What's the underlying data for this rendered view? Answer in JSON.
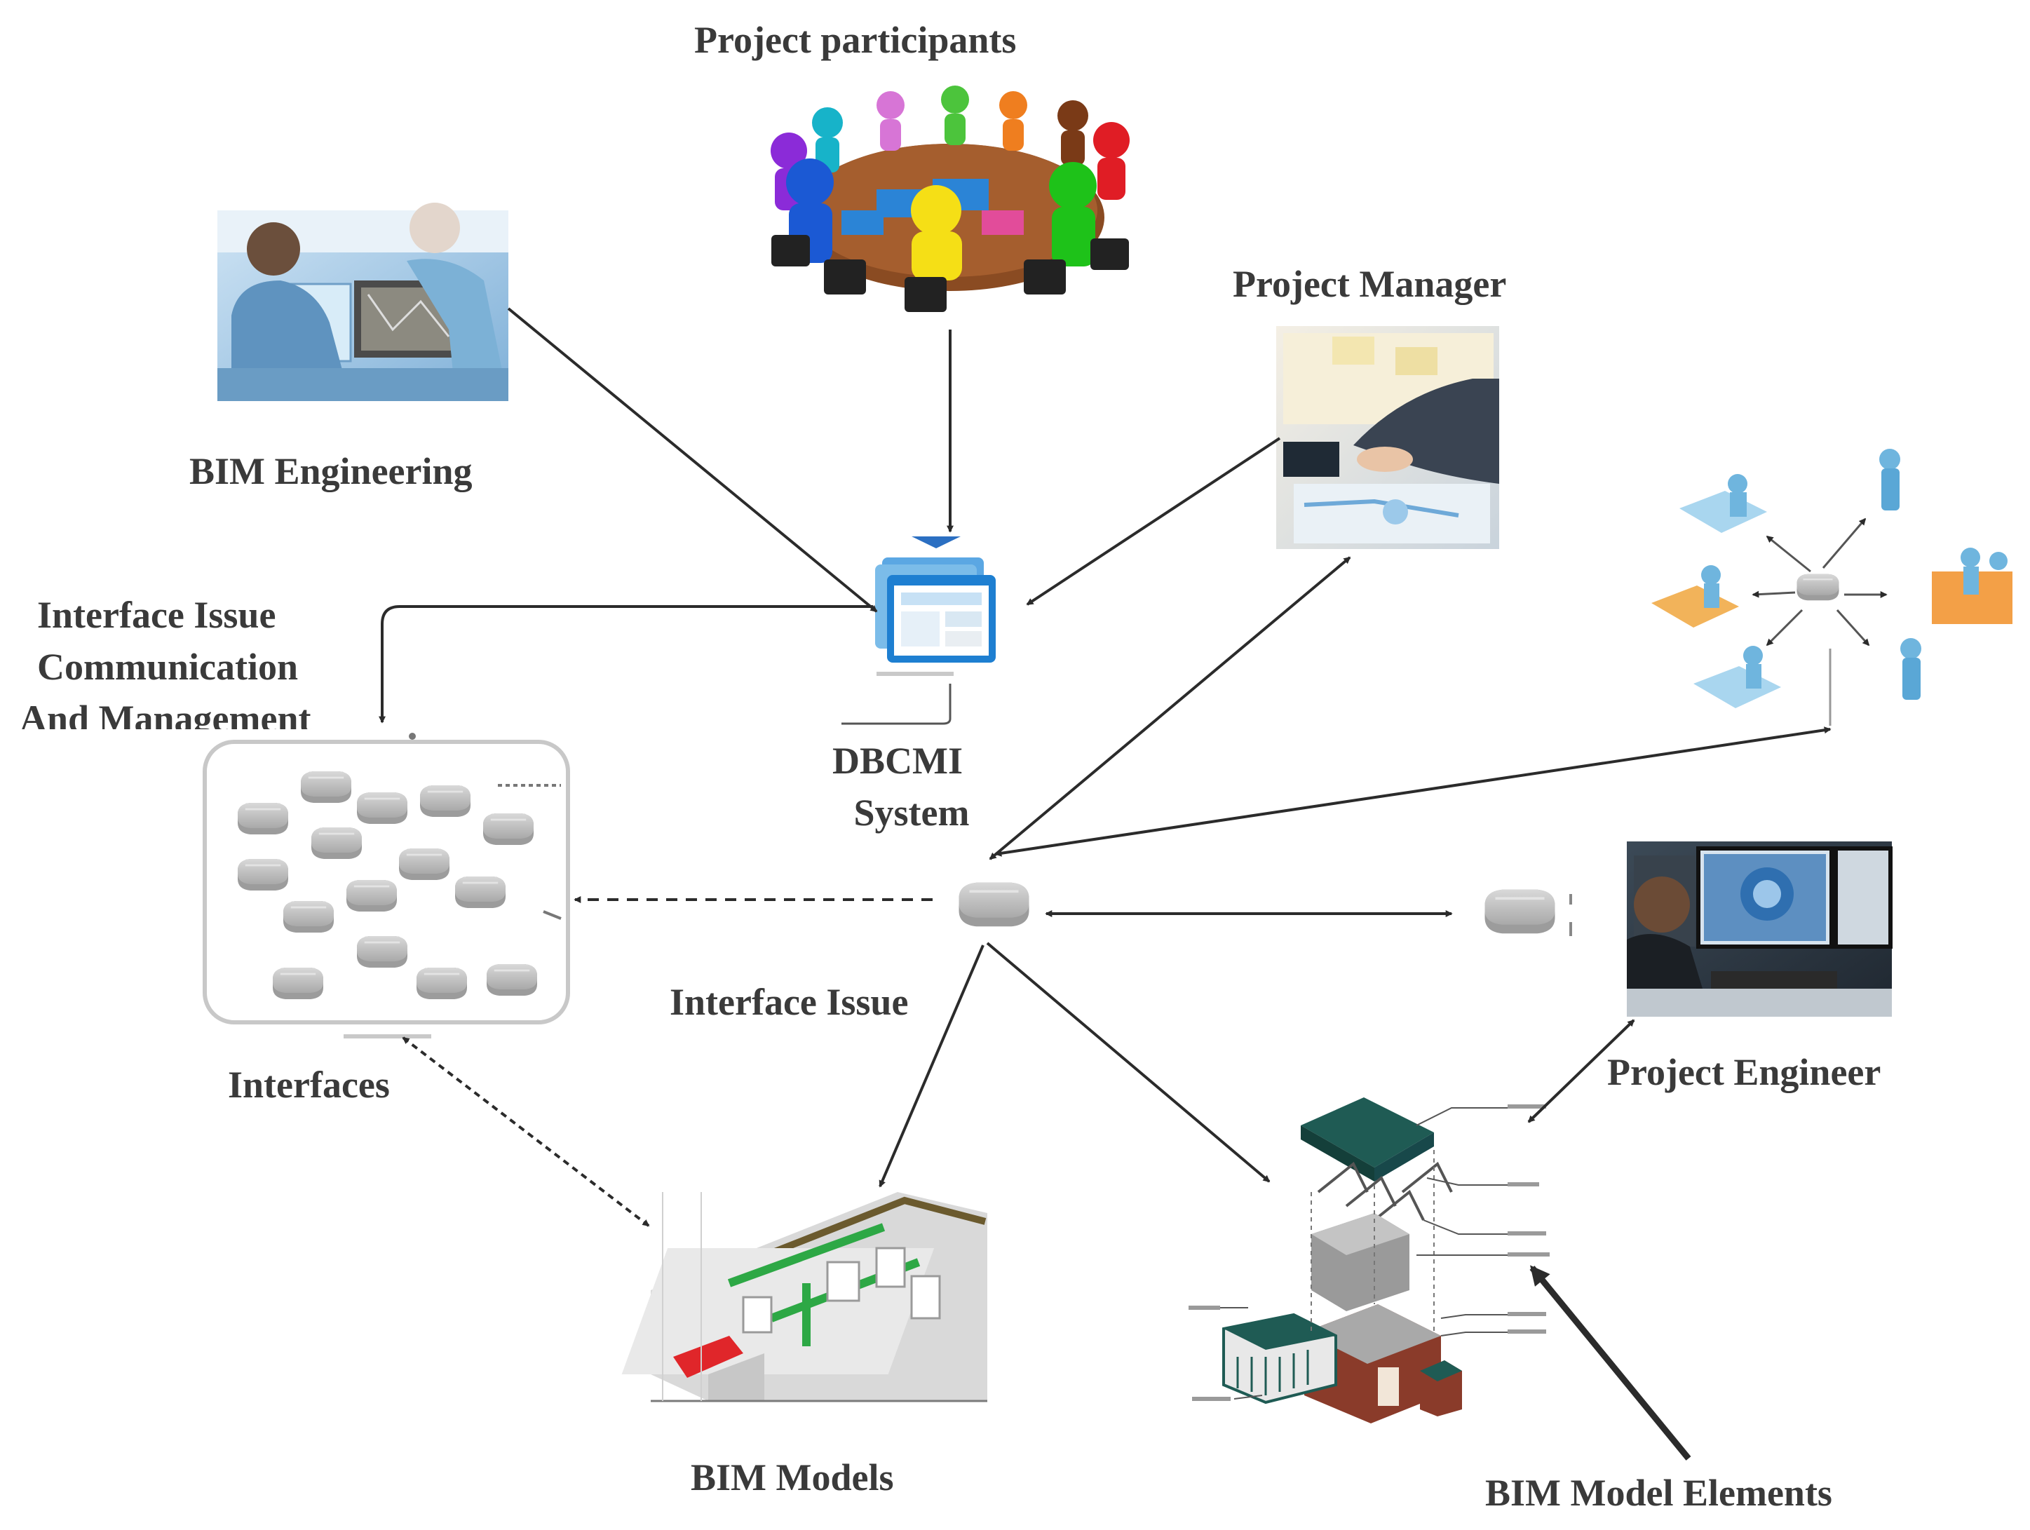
{
  "labels": {
    "project_participants": "Project participants",
    "bim_engineering": "BIM Engineering",
    "project_manager": "Project Manager",
    "interface_issue_comm": [
      "Interface Issue",
      "Communication",
      "And Management"
    ],
    "dbcmi": [
      "DBCMI",
      "System"
    ],
    "interface_issue": "Interface Issue",
    "interfaces": "Interfaces",
    "project_engineer": "Project Engineer",
    "bim_models": "BIM Models",
    "bim_model_elements": "BIM Model Elements"
  },
  "colors": {
    "arrow": "#2b2b2b",
    "label": "#3a3a3a",
    "node_gray": "#b9b9b9",
    "node_dark": "#8c8c8c",
    "panel_border": "#c8c8c8",
    "roof_green": "#1f5b54",
    "brick": "#8a3b2a",
    "monitor_blue": "#2f6fb0",
    "photo_blue": "#9fc6e6"
  },
  "icons": {
    "participants": "round-table-meeting-icon",
    "bim_engineering": "engineers-at-screen-photo",
    "project_manager": "manager-documents-photo",
    "dbcmi": "software-window-stack-icon",
    "network": "people-network-icon",
    "interfaces": "interface-cubes-panel",
    "interface_issue": "issue-cube-icon",
    "issue_target": "secondary-cube-icon",
    "project_engineer": "engineer-at-monitors-photo",
    "bim_models": "3d-building-model-render",
    "bim_elements": "exploded-building-elements"
  }
}
